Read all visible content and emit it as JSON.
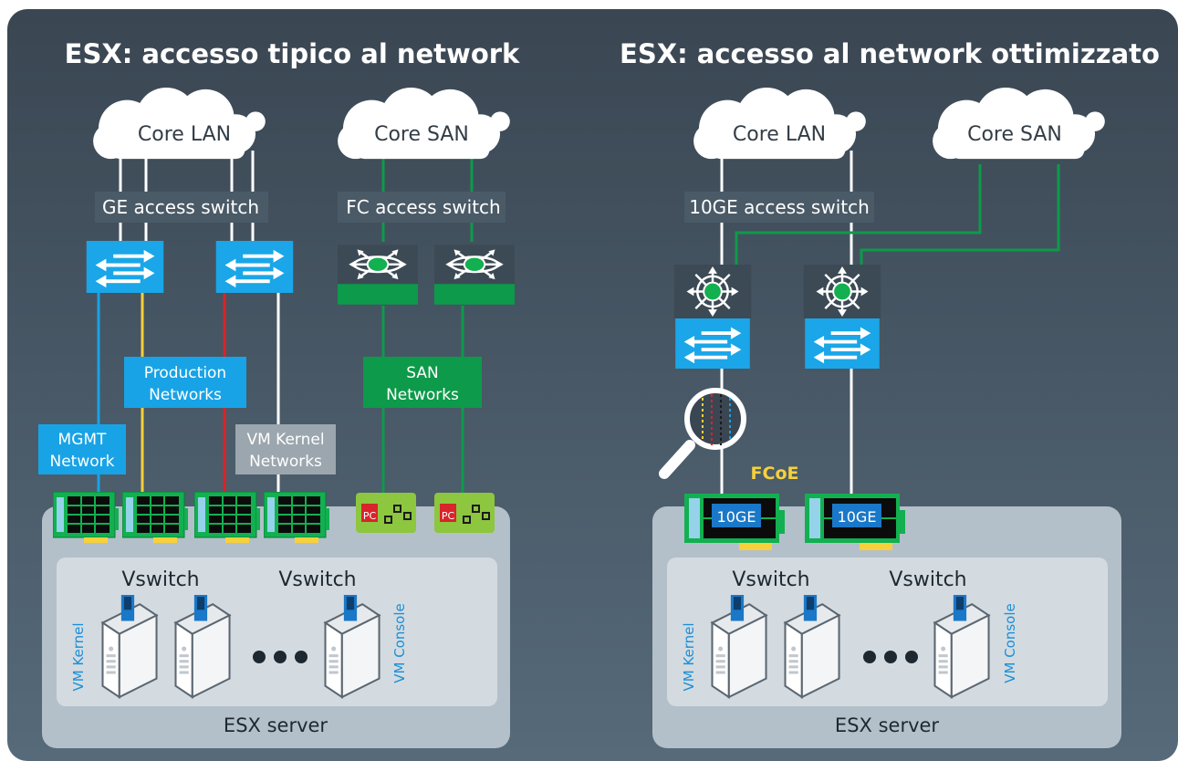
{
  "left": {
    "title": "ESX: accesso tipico al network",
    "cloud_lan": "Core LAN",
    "cloud_san": "Core SAN",
    "ge_switch_label": "GE access switch",
    "fc_switch_label": "FC access switch",
    "production_label": [
      "Production",
      "Networks"
    ],
    "mgmt_label": [
      "MGMT",
      "Network"
    ],
    "vmkernel_net_label": [
      "VM Kernel",
      "Networks"
    ],
    "san_label": [
      "SAN",
      "Networks"
    ],
    "pc_label": "PC",
    "vswitch_a": "Vswitch",
    "vswitch_b": "Vswitch",
    "vm_kernel": "VM Kernel",
    "vm_console": "VM Console",
    "server_label": "ESX server"
  },
  "right": {
    "title": "ESX: accesso al network ottimizzato",
    "cloud_lan": "Core LAN",
    "cloud_san": "Core SAN",
    "switch_label": "10GE access switch",
    "fcoe_label": "FCoE",
    "nic_a": "10GE",
    "nic_b": "10GE",
    "vswitch_a": "Vswitch",
    "vswitch_b": "Vswitch",
    "vm_kernel": "VM Kernel",
    "vm_console": "VM Console",
    "server_label": "ESX server"
  },
  "colors": {
    "background_top": "#3a4652",
    "background_bottom": "#566a7a",
    "switch_blue": "#1aa6e8",
    "fc_green": "#0d9a4a",
    "mgmt_blue": "#18a3e6",
    "production_yellow": "#f4cf3a",
    "red_link": "#d8242a",
    "fcoe_yellow": "#f6d13c"
  }
}
